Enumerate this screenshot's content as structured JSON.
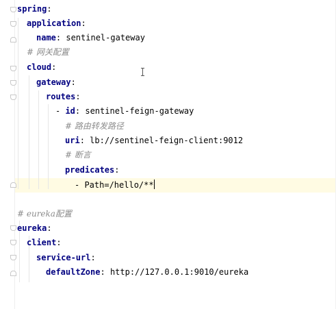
{
  "editor": {
    "lines": {
      "l1": {
        "key": "spring"
      },
      "l2": {
        "key": "application"
      },
      "l3": {
        "key": "name",
        "value": "sentinel-gateway"
      },
      "l4": {
        "comment": "# 网关配置"
      },
      "l5": {
        "key": "cloud"
      },
      "l6": {
        "key": "gateway"
      },
      "l7": {
        "key": "routes"
      },
      "l8": {
        "dash": "- ",
        "key": "id",
        "value": "sentinel-feign-gateway"
      },
      "l9": {
        "comment": "# 路由转发路径"
      },
      "l10": {
        "key": "uri",
        "value": "lb://sentinel-feign-client:9012"
      },
      "l11": {
        "comment": "# 断言"
      },
      "l12": {
        "key": "predicates"
      },
      "l13": {
        "value": "- Path=/hello/**"
      },
      "l14": {
        "comment": "# eureka配置"
      },
      "l15": {
        "key": "eureka"
      },
      "l16": {
        "key": "client"
      },
      "l17": {
        "key": "service-url"
      },
      "l18": {
        "key": "defaultZone",
        "value": "http://127.0.0.1:9010/eureka"
      }
    }
  },
  "colors": {
    "key": "#000080",
    "comment": "#8c8c8c",
    "current_line": "#fffbe3",
    "background": "#ffffff"
  },
  "icons": {
    "fold_marker": "fold-marker-icon",
    "cursor": "text-cursor-icon"
  }
}
